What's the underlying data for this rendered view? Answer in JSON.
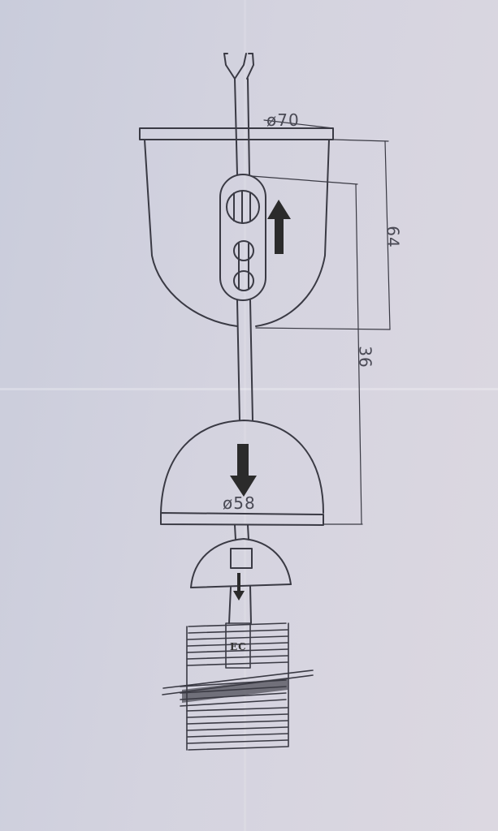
{
  "labels": {
    "shade_diameter": "ø70",
    "cup_diameter": "ø58",
    "height_64": "64",
    "height_36": "36",
    "socket_mark": "EC"
  },
  "colors": {
    "line": "#3a3a44",
    "arrow": "#2b2b2b",
    "paper": "#d2d2de"
  }
}
